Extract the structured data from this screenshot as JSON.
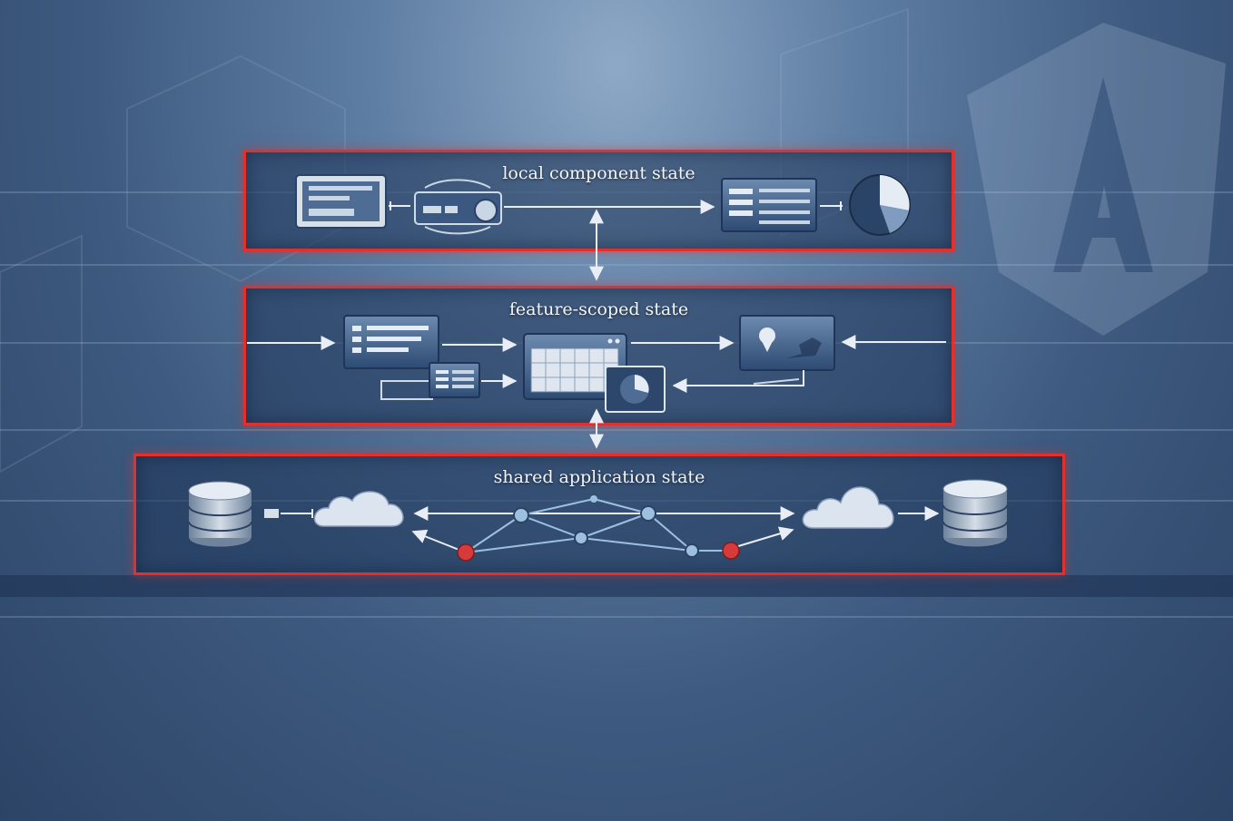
{
  "diagram": {
    "layers": [
      {
        "id": "local",
        "title": "local component state"
      },
      {
        "id": "feature",
        "title": "feature-scoped state"
      },
      {
        "id": "shared",
        "title": "shared application state"
      }
    ],
    "colors": {
      "frame": "#e2302d",
      "arrow": "#e9eef6",
      "panel": "#3d5a82",
      "node": "#9ec0e0",
      "alert_node": "#d63a3a",
      "cloud": "#dbe4ef"
    },
    "icons": {
      "local": [
        "window-panel-icon",
        "device-icon",
        "list-panel-icon",
        "pie-chart-icon"
      ],
      "feature": [
        "list-panel-icon",
        "small-list-panel-icon",
        "grid-panel-icon",
        "pie-chart-panel-icon",
        "map-panel-icon"
      ],
      "shared": [
        "database-icon",
        "cloud-icon",
        "network-graph-icon",
        "cloud-icon",
        "database-icon"
      ],
      "background": "angular-logo-watermark-icon"
    }
  }
}
